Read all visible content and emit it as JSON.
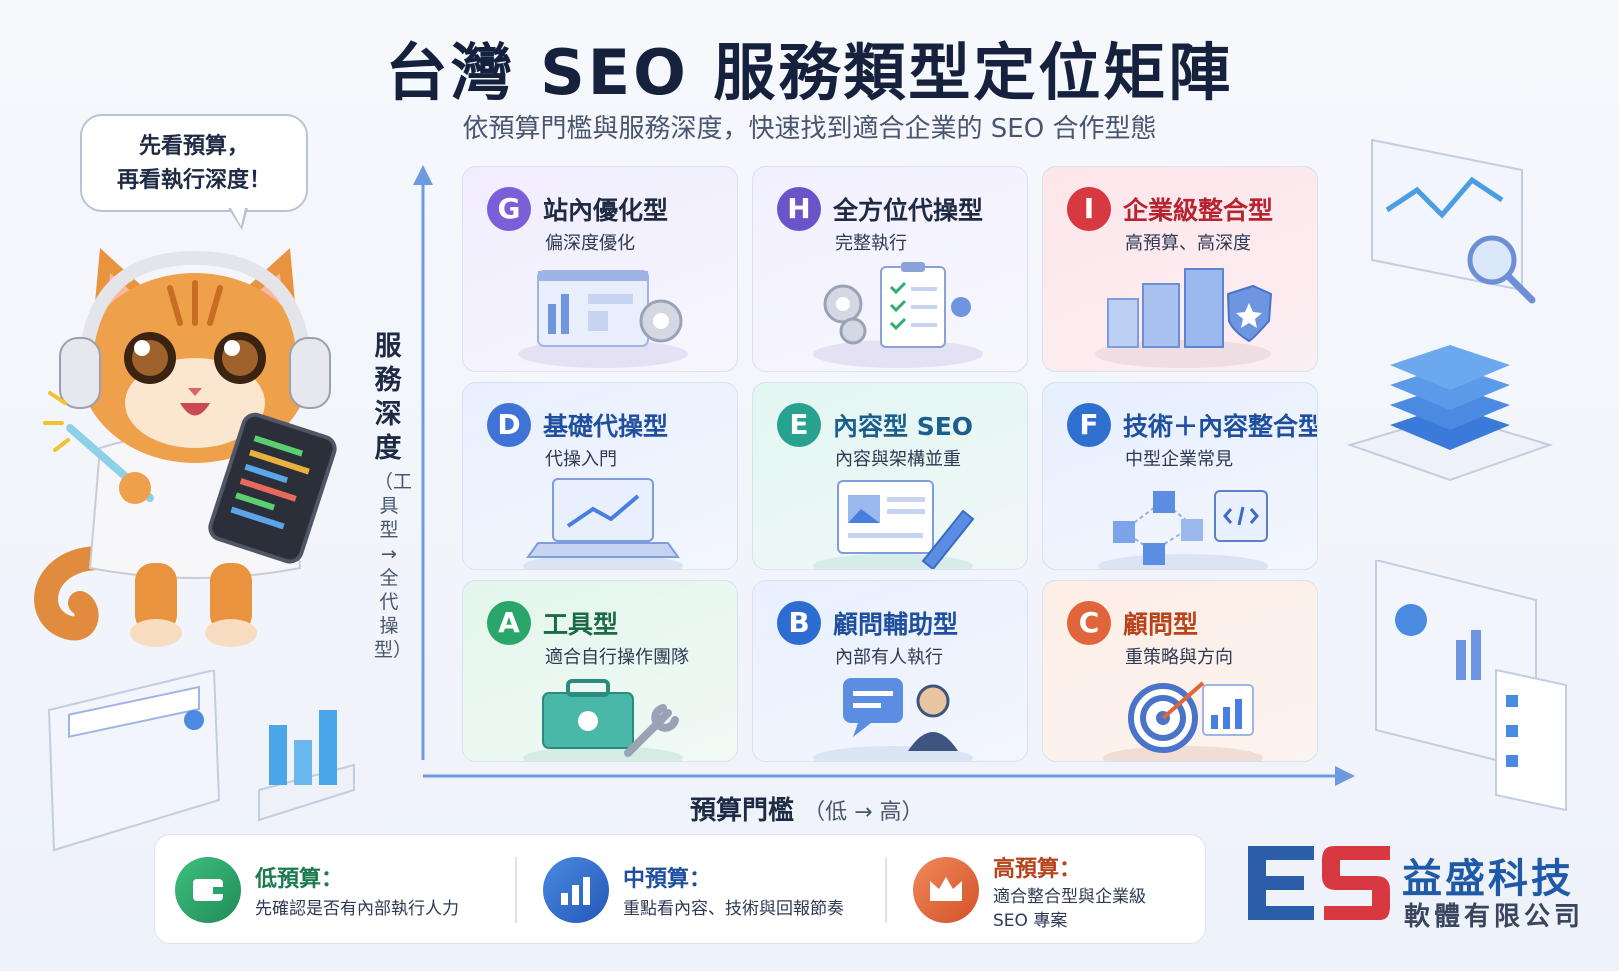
{
  "title": "台灣 SEO 服務類型定位矩陣",
  "subtitle": "依預算門檻與服務深度，快速找到適合企業的 SEO 合作型態",
  "bubble": {
    "line1": "先看預算，",
    "line2": "再看執行深度！"
  },
  "y_axis": {
    "label": "服務深度",
    "sub": "（工具型 → 全代操型）"
  },
  "x_axis": {
    "label": "預算門檻",
    "sub": "（低 → 高）"
  },
  "cards": {
    "G": {
      "letter": "G",
      "title": "站內優化型",
      "desc": "偏深度優化",
      "color": "#7b5fd6"
    },
    "H": {
      "letter": "H",
      "title": "全方位代操型",
      "desc": "完整執行",
      "color": "#6a54c9"
    },
    "I": {
      "letter": "I",
      "title": "企業級整合型",
      "desc": "高預算、高深度",
      "color": "#d8383f"
    },
    "D": {
      "letter": "D",
      "title": "基礎代操型",
      "desc": "代操入門",
      "color": "#3f74d6"
    },
    "E": {
      "letter": "E",
      "title": "內容型 SEO",
      "desc": "內容與架構並重",
      "color": "#26a28f"
    },
    "F": {
      "letter": "F",
      "title": "技術＋內容整合型",
      "desc": "中型企業常見",
      "color": "#2f6fd0"
    },
    "A": {
      "letter": "A",
      "title": "工具型",
      "desc": "適合自行操作團隊",
      "color": "#2aa66a"
    },
    "B": {
      "letter": "B",
      "title": "顧問輔助型",
      "desc": "內部有人執行",
      "color": "#2d6cd1"
    },
    "C": {
      "letter": "C",
      "title": "顧問型",
      "desc": "重策略與方向",
      "color": "#e0653a"
    }
  },
  "legend": {
    "low": {
      "title": "低預算：",
      "desc": "先確認是否有內部執行人力",
      "color": "#27a36b"
    },
    "mid": {
      "title": "中預算：",
      "desc": "重點看內容、技術與回報節奏",
      "color": "#2f6fd0"
    },
    "high": {
      "title": "高預算：",
      "desc1": "適合整合型與企業級",
      "desc2": "SEO 專案",
      "color": "#e0653a"
    }
  },
  "brand": {
    "name": "益盛科技",
    "sub": "軟體有限公司"
  }
}
